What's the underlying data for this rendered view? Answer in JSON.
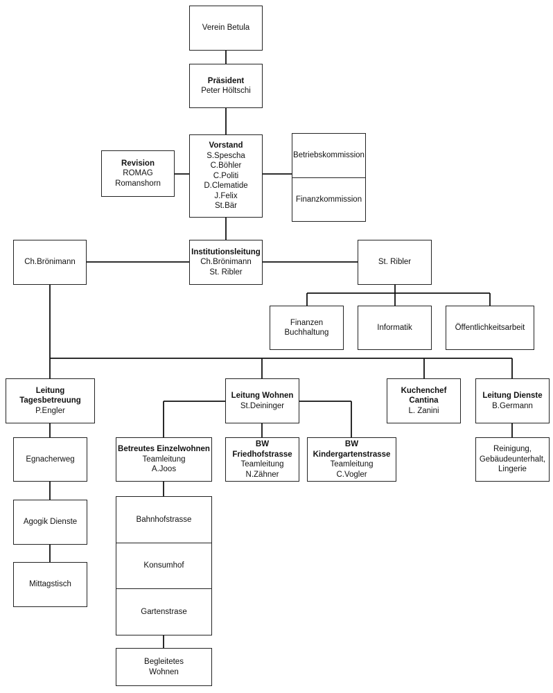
{
  "nodes": {
    "verein": {
      "lines": [
        "Verein Betula"
      ]
    },
    "praesident": {
      "title": "Präsident",
      "lines": [
        "Peter Höltschi"
      ]
    },
    "vorstand": {
      "title": "Vorstand",
      "lines": [
        "S.Spescha",
        "C.Böhler",
        "C.Politi",
        "D.Clematide",
        "J.Felix",
        "St.Bär"
      ]
    },
    "revision": {
      "title": "Revision",
      "lines": [
        "ROMAG",
        "Romanshorn"
      ]
    },
    "kommissionen": {
      "cells": [
        "Betriebskommission",
        "Finanzkommission"
      ]
    },
    "institutionsleitung": {
      "title": "Institutionsleitung",
      "lines": [
        "Ch.Brönimann",
        "St. Ribler"
      ]
    },
    "broenimann": {
      "lines": [
        "Ch.Brönimann"
      ]
    },
    "ribler": {
      "lines": [
        "St. Ribler"
      ]
    },
    "finanzen": {
      "lines": [
        "Finanzen",
        "Buchhaltung"
      ]
    },
    "informatik": {
      "lines": [
        "Informatik"
      ]
    },
    "oeffentlichkeit": {
      "lines": [
        "Öffentlichkeitsarbeit"
      ]
    },
    "tagesbetreuung": {
      "title": "Leitung Tagesbetreuung",
      "lines": [
        "P.Engler"
      ]
    },
    "wohnen": {
      "title": "Leitung Wohnen",
      "lines": [
        "St.Deininger"
      ]
    },
    "cantina": {
      "title": "Kuchenchef Cantina",
      "lines": [
        "L. Zanini"
      ]
    },
    "dienste": {
      "title": "Leitung Dienste",
      "lines": [
        "B.Germann"
      ]
    },
    "egnacherweg": {
      "lines": [
        "Egnacherweg"
      ]
    },
    "agogik": {
      "lines": [
        "Agogik Dienste"
      ]
    },
    "mittagstisch": {
      "lines": [
        "Mittagstisch"
      ]
    },
    "einzelwohnen": {
      "title": "Betreutes Einzelwohnen",
      "lines": [
        "Teamleitung",
        "A.Joos"
      ]
    },
    "friedhofstrasse": {
      "title": "BW Friedhofstrasse",
      "lines": [
        "Teamleitung",
        "N.Zähner"
      ]
    },
    "kindergartenstrasse": {
      "title": "BW Kindergartenstrasse",
      "lines": [
        "Teamleitung",
        "C.Vogler"
      ]
    },
    "reinigung": {
      "lines": [
        "Reinigung,",
        "Gebäudeunterhalt,",
        "Lingerie"
      ]
    },
    "standorte": {
      "cells": [
        "Bahnhofstrasse",
        "Konsumhof",
        "Gartenstrase"
      ]
    },
    "begleitetes": {
      "lines": [
        "Begleitetes",
        "Wohnen"
      ]
    }
  }
}
